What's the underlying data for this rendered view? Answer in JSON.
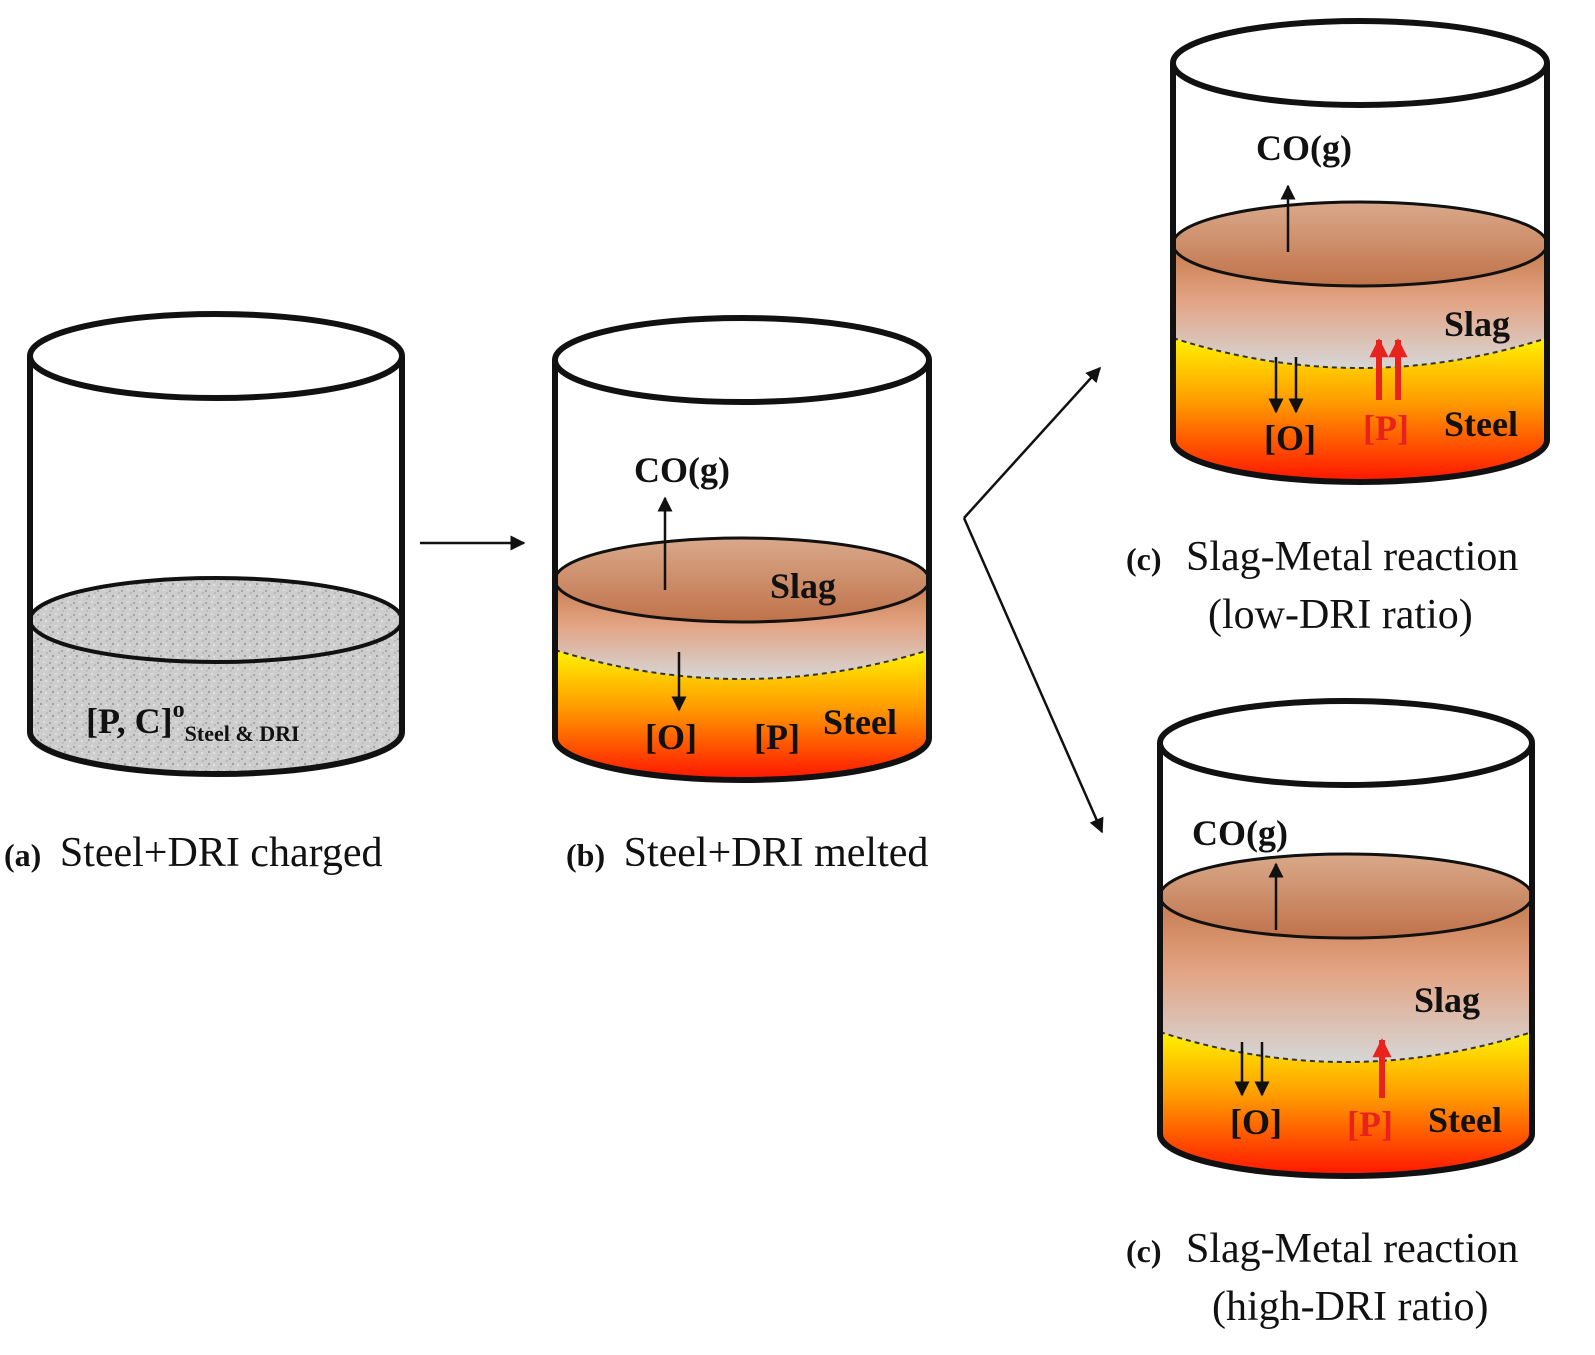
{
  "colors": {
    "slag_top": "#c47a4c",
    "slag_mid": "#e8a27a",
    "slag_bottom": "#d9d9d9",
    "steel_top": "#fff200",
    "steel_mid": "#ff8a00",
    "steel_bottom": "#ff1a00",
    "charge_fill": "#cfcfcf",
    "highlight_arrow": "#e8231e",
    "outline": "#111111"
  },
  "panel_a": {
    "charge_label_main": "[P, C]",
    "charge_label_sup": "o",
    "charge_label_sub": "Steel & DRI",
    "caption_letter": "(a)",
    "caption_text": "Steel+DRI charged"
  },
  "panel_b": {
    "gas_label": "CO(g)",
    "slag_label": "Slag",
    "oxygen_label": "[O]",
    "phosphorus_label": "[P]",
    "steel_label": "Steel",
    "caption_letter": "(b)",
    "caption_text": "Steel+DRI melted"
  },
  "panel_c_low": {
    "gas_label": "CO(g)",
    "slag_label": "Slag",
    "oxygen_label": "[O]",
    "phosphorus_label": "[P]",
    "steel_label": "Steel",
    "caption_letter": "(c)",
    "caption_line1": "Slag-Metal reaction",
    "caption_line2": "(low-DRI ratio)"
  },
  "panel_c_high": {
    "gas_label": "CO(g)",
    "slag_label": "Slag",
    "oxygen_label": "[O]",
    "phosphorus_label": "[P]",
    "steel_label": "Steel",
    "caption_letter": "(c)",
    "caption_line1": "Slag-Metal reaction",
    "caption_line2": "(high-DRI ratio)"
  }
}
